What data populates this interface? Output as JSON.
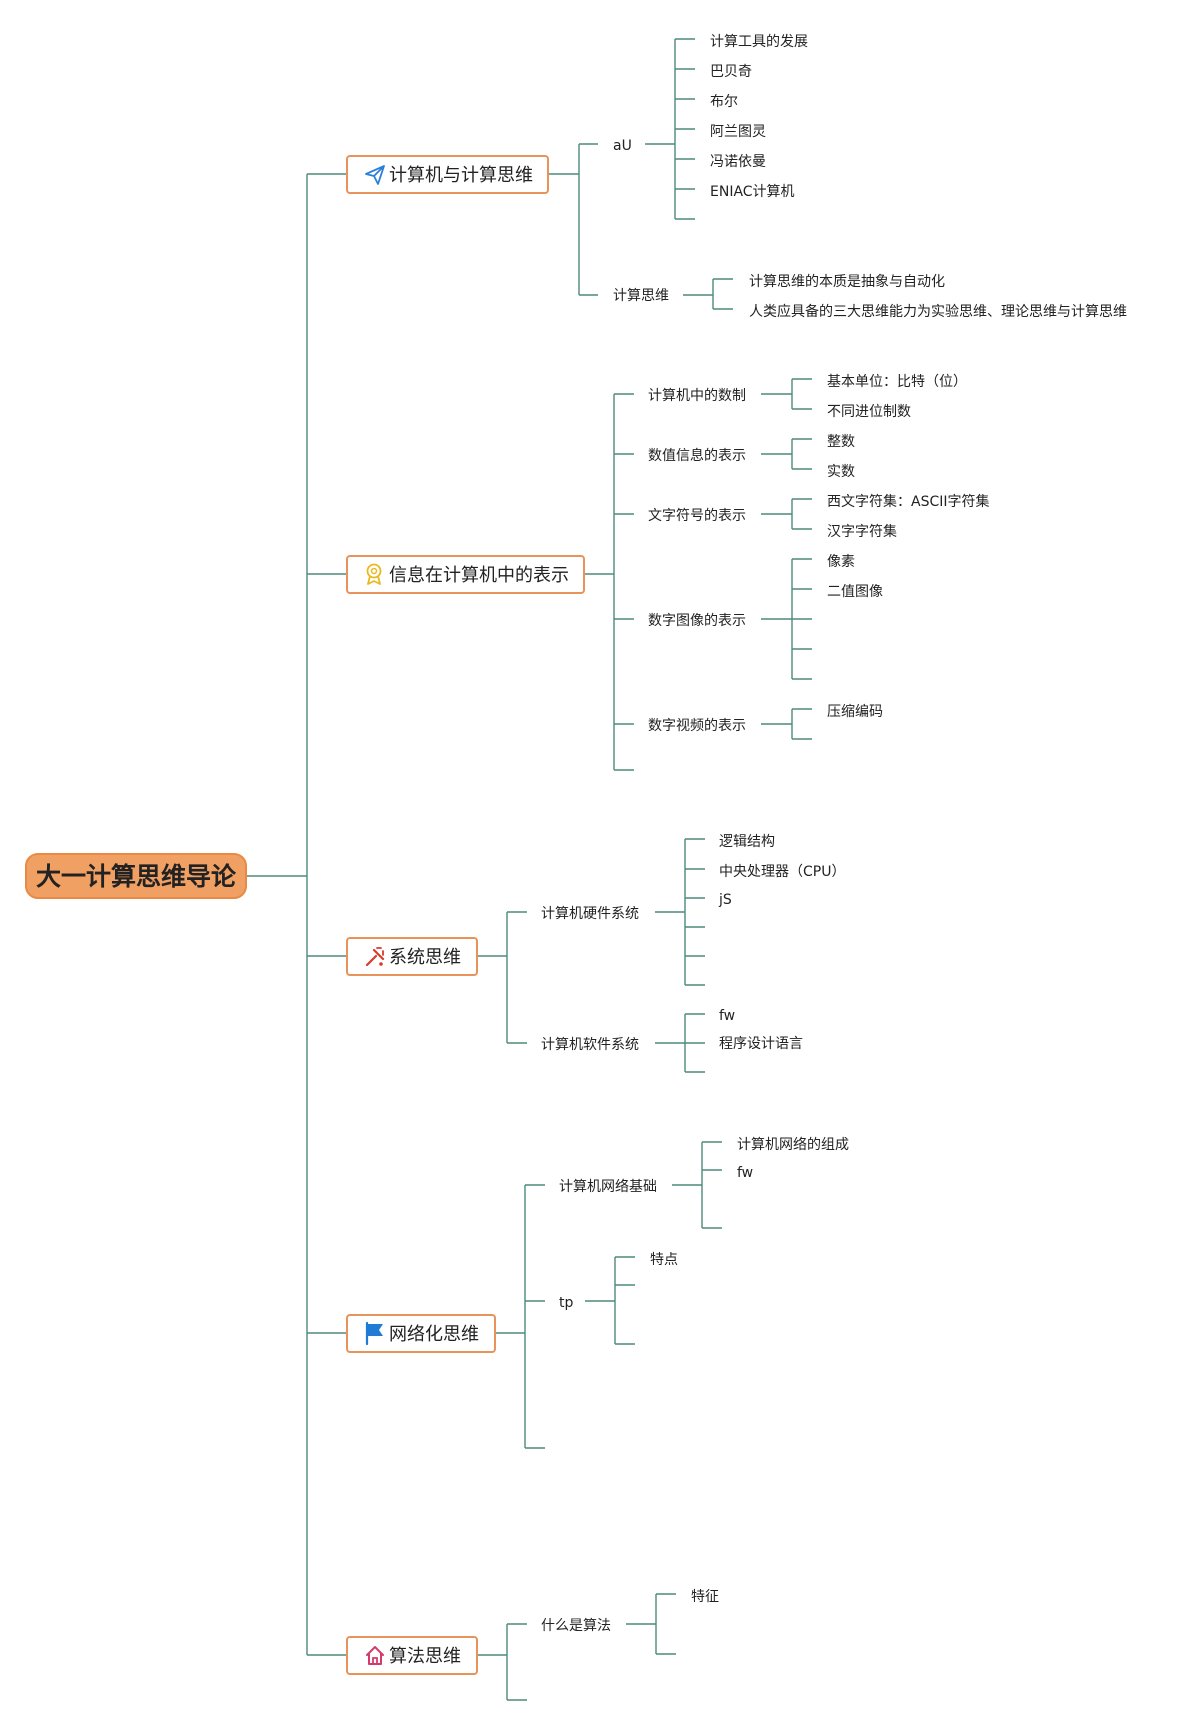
{
  "root": {
    "label": "大一计算思维导论"
  },
  "topics": [
    {
      "label": "计算机与计算思维",
      "icon": "paper-plane-icon",
      "icon_color": "#2b7fd8",
      "children": [
        {
          "label": "aU",
          "leaves": [
            "计算工具的发展",
            "巴贝奇",
            "布尔",
            "阿兰图灵",
            "冯诺依曼",
            "ENIAC计算机",
            ""
          ]
        },
        {
          "label": "计算思维",
          "leaves": [
            "计算思维的本质是抽象与自动化",
            "人类应具备的三大思维能力为实验思维、理论思维与计算思维"
          ]
        }
      ]
    },
    {
      "label": "信息在计算机中的表示",
      "icon": "award-ribbon-icon",
      "icon_color": "#e8b923",
      "children": [
        {
          "label": "计算机中的数制",
          "leaves": [
            "基本单位：比特（位）",
            "不同进位制数"
          ]
        },
        {
          "label": "数值信息的表示",
          "leaves": [
            "整数",
            "实数"
          ]
        },
        {
          "label": "文字符号的表示",
          "leaves": [
            "西文字符集：ASCII字符集",
            "汉字字符集"
          ]
        },
        {
          "label": "数字图像的表示",
          "leaves": [
            "像素",
            "二值图像",
            "",
            "",
            ""
          ]
        },
        {
          "label": "数字视频的表示",
          "leaves": [
            "压缩编码",
            ""
          ]
        },
        {
          "label": "",
          "leaves": []
        }
      ]
    },
    {
      "label": "系统思维",
      "icon": "tools-icon",
      "icon_color": "#d93b2b",
      "children": [
        {
          "label": "计算机硬件系统",
          "leaves": [
            "逻辑结构",
            "中央处理器（CPU）",
            "jS",
            "",
            "",
            ""
          ]
        },
        {
          "label": "计算机软件系统",
          "leaves": [
            "fw",
            "程序设计语言",
            ""
          ]
        }
      ]
    },
    {
      "label": "网络化思维",
      "icon": "flag-icon",
      "icon_color": "#1f7bd6",
      "children": [
        {
          "label": "计算机网络基础",
          "leaves": [
            "计算机网络的组成",
            "fw",
            ""
          ]
        },
        {
          "label": "tp",
          "leaves": [
            "特点",
            "",
            ""
          ]
        },
        {
          "label": "",
          "leaves": []
        }
      ]
    },
    {
      "label": "算法思维",
      "icon": "home-icon",
      "icon_color": "#d63a6a",
      "children": [
        {
          "label": "什么是算法",
          "leaves": [
            "特征",
            ""
          ]
        },
        {
          "label": "",
          "leaves": []
        }
      ]
    }
  ]
}
